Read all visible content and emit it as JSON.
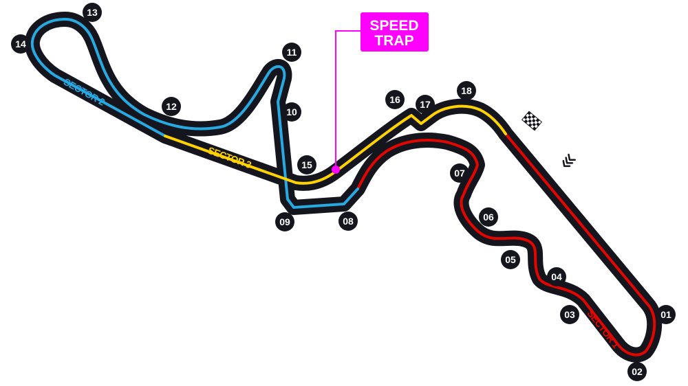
{
  "track": {
    "outline_color": "#15151e",
    "sectors": [
      {
        "label": "SECTOR 1",
        "color": "#e10600"
      },
      {
        "label": "SECTOR 2",
        "color": "#27a9e1"
      },
      {
        "label": "SECTOR 3",
        "color": "#ffd200"
      }
    ]
  },
  "speed_trap": {
    "line1": "SPEED",
    "line2": "TRAP",
    "color": "#ff00ff"
  },
  "turns": [
    "01",
    "02",
    "03",
    "04",
    "05",
    "06",
    "07",
    "08",
    "09",
    "10",
    "11",
    "12",
    "13",
    "14",
    "15",
    "16",
    "17",
    "18"
  ],
  "icons": {
    "finish": "chequered-flag-icon",
    "direction": "direction-chevrons-icon"
  }
}
